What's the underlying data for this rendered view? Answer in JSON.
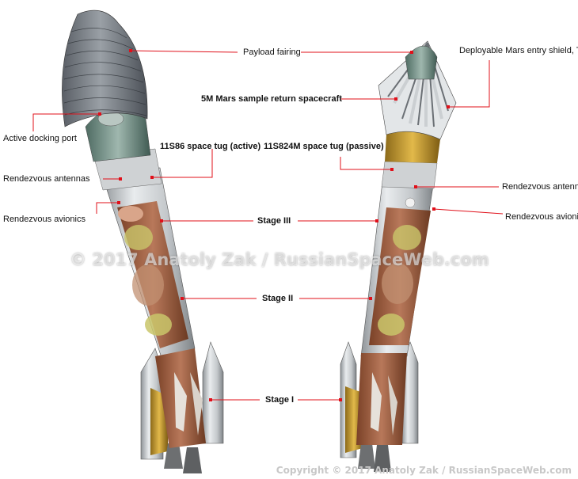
{
  "labels": {
    "payload_fairing": "Payload fairing",
    "entry_shield": "Deployable Mars entry shield, TZU",
    "sample_return": "5M Mars sample return spacecraft",
    "active_docking_port": "Active docking port",
    "tug_active": "11S86 space tug (active)",
    "tug_passive": "11S824M space tug (passive)",
    "rendezvous_antennas_left": "Rendezvous antennas",
    "rendezvous_antennas_right": "Rendezvous antennas",
    "rendezvous_avionics_left": "Rendezvous avionics",
    "rendezvous_avionics_right": "Rendezvous avionics",
    "stage_3": "Stage III",
    "stage_2": "Stage II",
    "stage_1": "Stage I"
  },
  "watermark": "© 2017 Anatoly Zak / RussianSpaceWeb.com",
  "copyright": "Copyright © 2017 Anatoly Zak / RussianSpaceWeb.com",
  "colors": {
    "leader_line": "#e0101a",
    "hull": "#d3d6d8",
    "tank_interior": "#a86a48",
    "insulation": "#c9c56a"
  }
}
